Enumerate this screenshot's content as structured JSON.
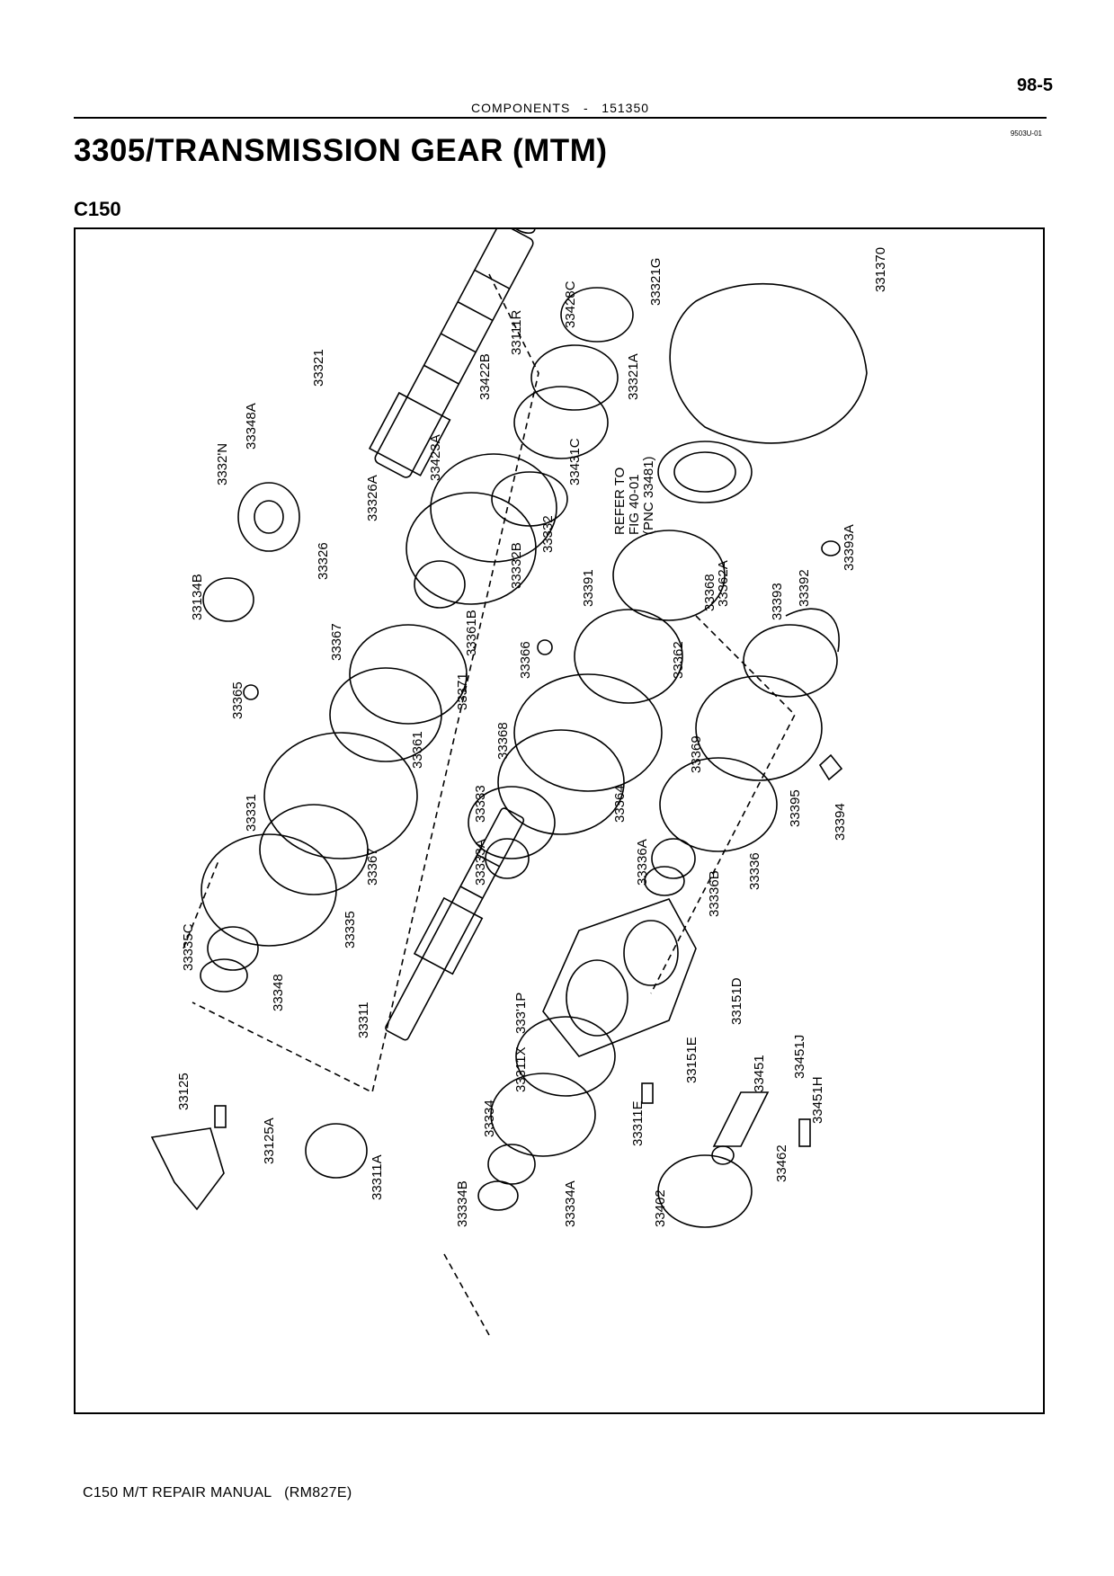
{
  "page": {
    "number": "98-5",
    "header": "COMPONENTS   -   151350",
    "ref_code": "9503U-01",
    "title": "3305/TRANSMISSION GEAR (MTM)",
    "model": "C150",
    "footer": "C150 M/T REPAIR MANUAL   (RM827E)"
  },
  "diagram": {
    "labels": [
      "331370",
      "33428C",
      "33321G",
      "33111R",
      "33422B",
      "33321A",
      "33321",
      "33348A",
      "3332'N",
      "33326A",
      "33423A",
      "33431C",
      "REFER TO",
      "FIG 40-01",
      "(PNC 33481)",
      "33326",
      "33332",
      "33332B",
      "33362A",
      "33393A",
      "33134B",
      "33361B",
      "33391",
      "33368",
      "33392",
      "33367",
      "33393",
      "33366",
      "33362",
      "33365",
      "33371",
      "33361",
      "33368",
      "33369",
      "33331",
      "33333",
      "33364",
      "33395",
      "33394",
      "33367",
      "33333A",
      "33336A",
      "33336",
      "33336B",
      "33335C",
      "33335",
      "33348",
      "33151D",
      "33311",
      "333'1P",
      "33311X",
      "33151E",
      "33451",
      "33451J",
      "33451H",
      "33125",
      "33125A",
      "33334",
      "33311E",
      "33462",
      "33311A",
      "33334B",
      "33334A",
      "33402"
    ]
  }
}
